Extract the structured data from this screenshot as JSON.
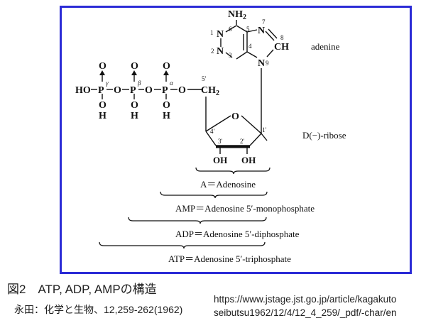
{
  "diagram": {
    "amine": "NH",
    "amine_sub": "2",
    "ring_atoms": {
      "n1": "N",
      "n3": "N",
      "n7": "N",
      "n9": "N",
      "c8": "CH"
    },
    "ring_numbers": [
      "1",
      "2",
      "3",
      "4",
      "5",
      "6",
      "7",
      "8",
      "9"
    ],
    "adenine_label": "adenine",
    "ribose_label": "D(−)-ribose",
    "ribose_o": "O",
    "hydroxyls": [
      "OH",
      "OH"
    ],
    "carbon_labels": [
      "4′",
      "3′",
      "2′",
      "1′"
    ],
    "c5_label": "5′",
    "ch2": "CH",
    "ch2_sub": "2",
    "phosphate_chain": {
      "ho": "HO",
      "atoms": [
        "P",
        "O",
        "P",
        "O",
        "P",
        "O"
      ],
      "greek": [
        "γ",
        "β",
        "α"
      ],
      "top_o": [
        "O",
        "O",
        "O"
      ],
      "bottom": [
        "O",
        "H",
        "O",
        "H",
        "O",
        "H"
      ]
    },
    "brackets": [
      "A＝Adenosine",
      "AMP＝Adenosine  5′-monophosphate",
      "ADP＝Adenosine  5′-diphosphate",
      "ATP＝Adenosine  5′-triphosphate"
    ]
  },
  "caption": "図2　ATP, ADP, AMPの構造",
  "citation": "永田：化学と生物、12,259-262(1962)",
  "url_lines": [
    "https://www.jstage.jst.go.jp/article/kagakuto",
    "seibutsu1962/12/4/12_4_259/_pdf/-char/en"
  ],
  "colors": {
    "frame": "#2b2bd6",
    "ink": "#111111"
  }
}
